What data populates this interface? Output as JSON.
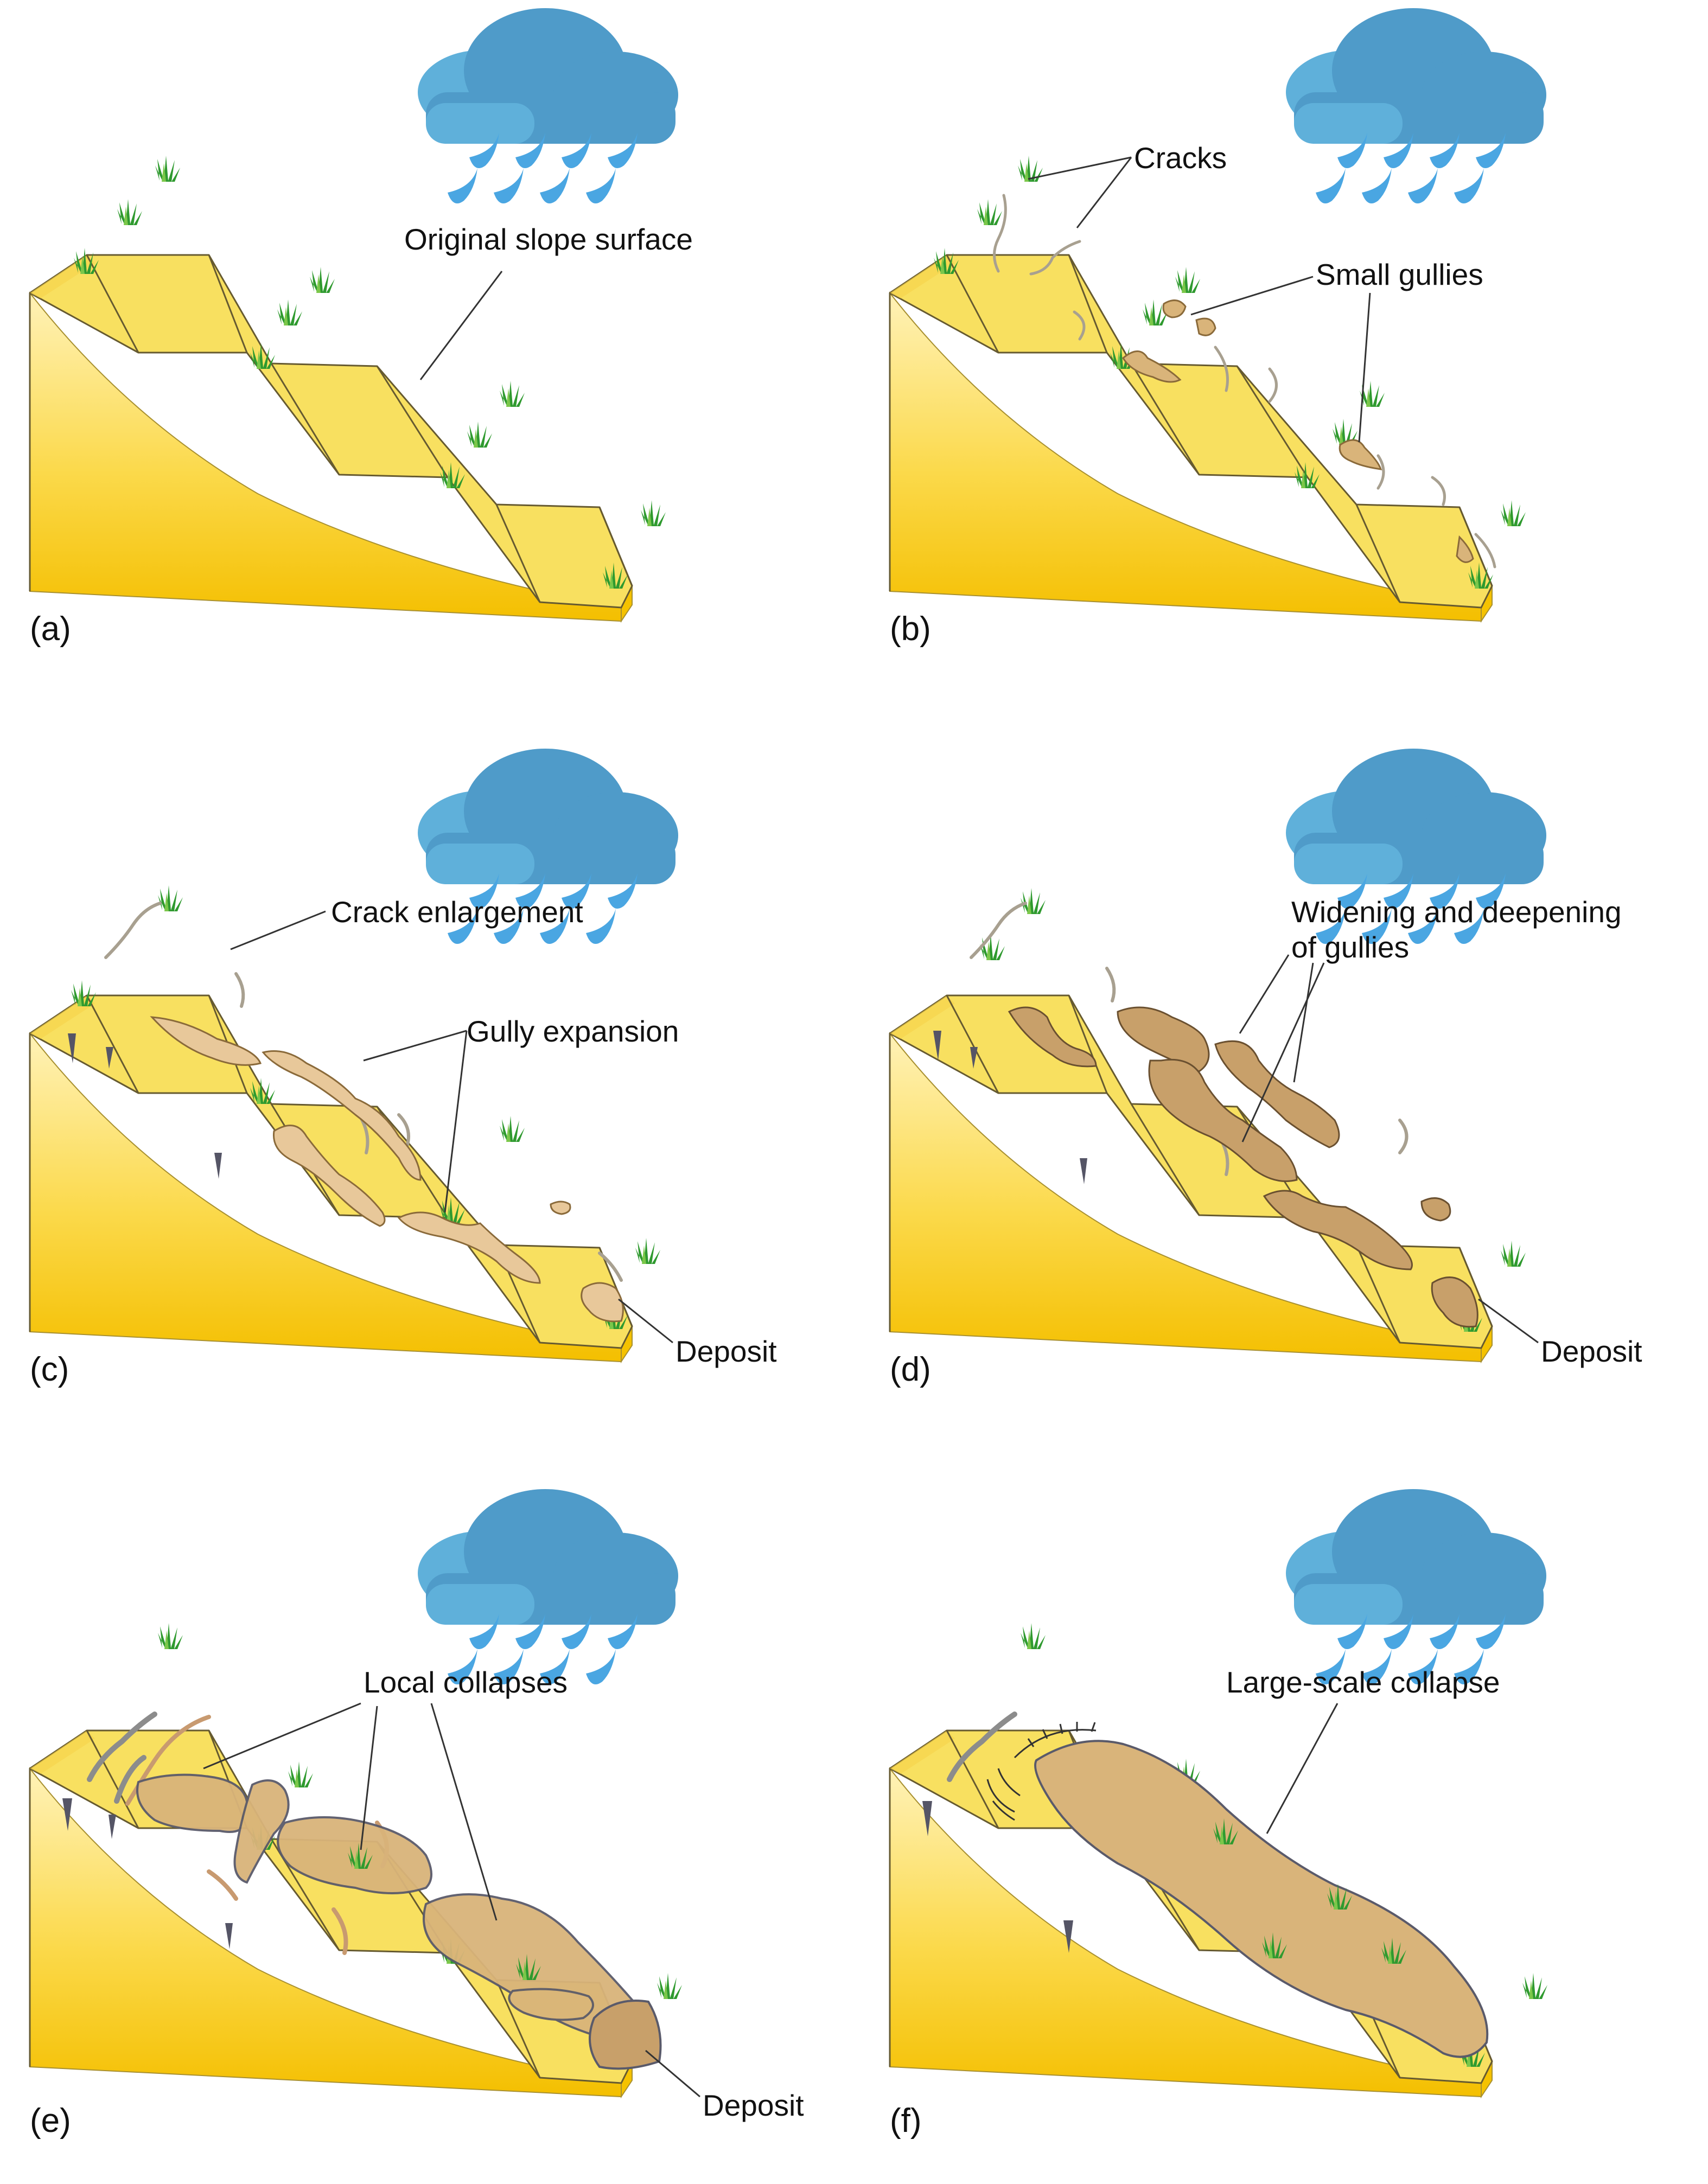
{
  "panels": [
    {
      "tag": "(a)",
      "labels": {
        "surface": "Original slope surface"
      }
    },
    {
      "tag": "(b)",
      "labels": {
        "cracks": "Cracks",
        "gullies": "Small gullies"
      }
    },
    {
      "tag": "(c)",
      "labels": {
        "crack": "Crack enlargement",
        "gully": "Gully expansion",
        "deposit": "Deposit"
      }
    },
    {
      "tag": "(d)",
      "labels": {
        "widen1": "Widening and deepening",
        "widen2": "of gullies",
        "deposit": "Deposit"
      }
    },
    {
      "tag": "(e)",
      "labels": {
        "collapses": "Local collapses",
        "deposit": "Deposit"
      }
    },
    {
      "tag": "(f)",
      "labels": {
        "collapse": "Large-scale collapse"
      }
    }
  ],
  "colors": {
    "slope_top": "#f8e060",
    "slope_side_light": "#fff3c0",
    "slope_side_dark": "#f5c200",
    "gully_fill": "#d9b47a",
    "cloud_back": "#5aaad6",
    "cloud_front": "#4a93c2",
    "rain": "#4aa3e0",
    "grass": "#2f9a2f",
    "outline": "#555533"
  },
  "icons": [
    "rain-cloud-icon",
    "grass-tuft-icon"
  ]
}
